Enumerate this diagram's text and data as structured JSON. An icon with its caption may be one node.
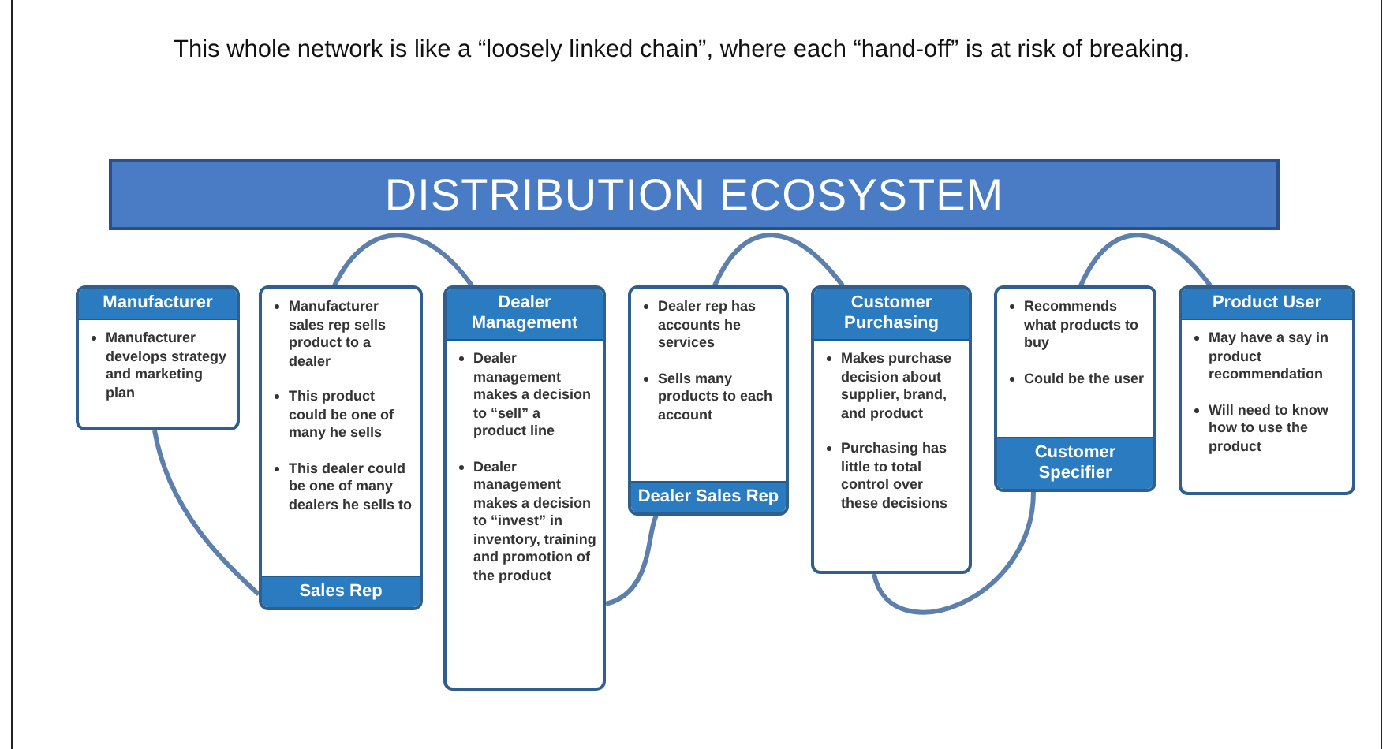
{
  "diagram": {
    "title": "DISTRIBUTION ECOSYSTEM",
    "nodes": [
      {
        "text": [
          "Manufacturer",
          "Manufacturer develops strategy and marketing plan"
        ]
      },
      {
        "text": [
          "Manufacturer sales rep sells product to a dealer",
          "This product could be one of many he sells",
          "This dealer could be one of many dealers he sells to",
          "Sales Rep"
        ]
      },
      {
        "text": [
          "Dealer Management",
          "Dealer management makes a decision to “sell” a product line",
          "Dealer management makes a decision to “invest” in inventory, training and promotion of the product"
        ]
      },
      {
        "text": [
          "Dealer rep has accounts he services",
          "Sells many products to each account",
          "Dealer Sales Rep"
        ]
      },
      {
        "text": [
          "Customer Purchasing",
          "Makes purchase decision about supplier, brand, and product",
          "Purchasing has little to total control over these decisions"
        ]
      },
      {
        "text": [
          "Recommends what products to buy",
          "Could be the user",
          "Customer Specifier"
        ]
      },
      {
        "text": [
          "Product User",
          "May have a say in product recommendation",
          "Will need to know how to use the product"
        ]
      }
    ],
    "edges": [
      {
        "from": 0,
        "to": 1,
        "arrow": "none"
      },
      {
        "from": 1,
        "to": 2,
        "arrow": "none"
      },
      {
        "from": 2,
        "to": 3,
        "arrow": "none"
      },
      {
        "from": 3,
        "to": 4,
        "arrow": "none"
      },
      {
        "from": 4,
        "to": 5,
        "arrow": "none"
      },
      {
        "from": 5,
        "to": 6,
        "arrow": "none"
      }
    ],
    "labels": [
      "This whole network is like a “loosely linked chain”, where each “hand-off” is at risk of breaking."
    ]
  }
}
